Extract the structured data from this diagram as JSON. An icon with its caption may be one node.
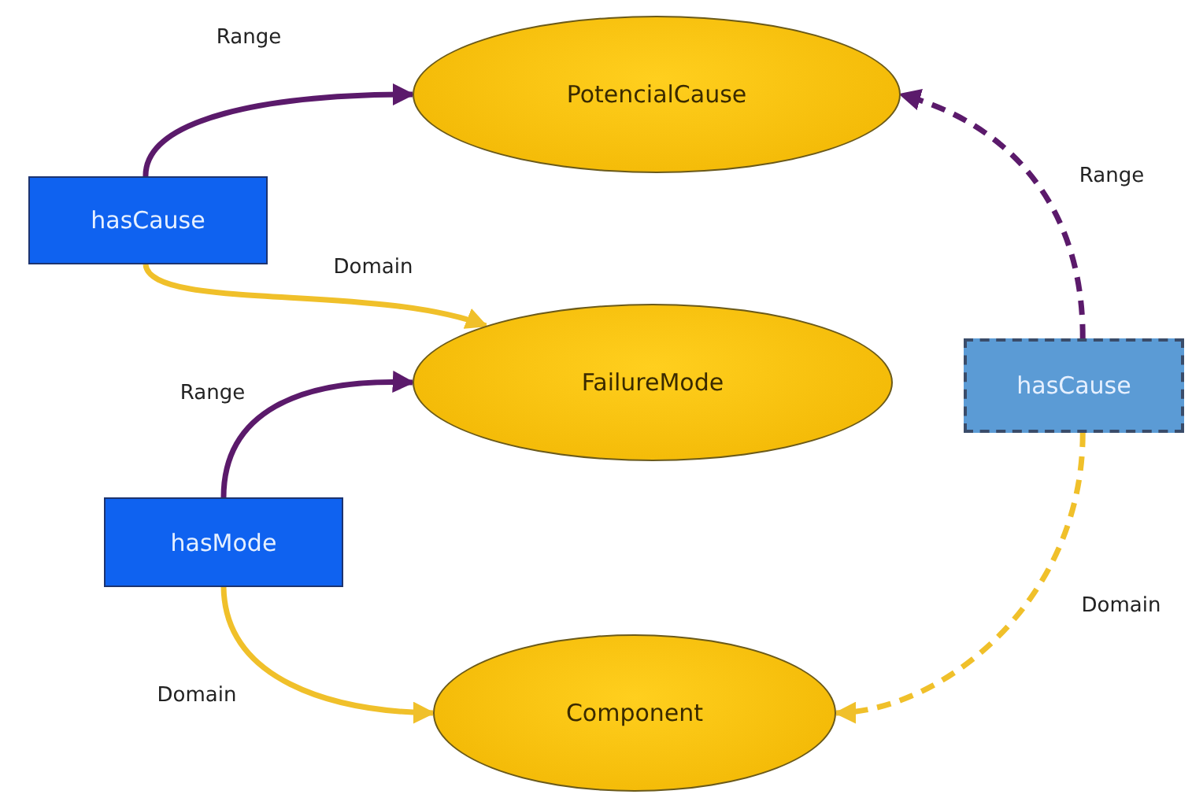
{
  "diagram": {
    "nodes": [
      {
        "text": [
          "PotencialCause"
        ]
      },
      {
        "text": [
          "hasCause"
        ]
      },
      {
        "text": [
          "FailureMode"
        ]
      },
      {
        "text": [
          "hasCause"
        ]
      },
      {
        "text": [
          "hasMode"
        ]
      },
      {
        "text": [
          "Component"
        ]
      }
    ],
    "edges": [
      {
        "from": 1,
        "to": 0,
        "arrow": "to",
        "label": "Range",
        "color": "#5b1a6b"
      },
      {
        "from": 1,
        "to": 2,
        "arrow": "to",
        "label": "Domain",
        "color": "#f0c02a"
      },
      {
        "from": 4,
        "to": 2,
        "arrow": "to",
        "label": "Range",
        "color": "#5b1a6b"
      },
      {
        "from": 4,
        "to": 5,
        "arrow": "to",
        "label": "Domain",
        "color": "#f0c02a"
      },
      {
        "from": 3,
        "to": 0,
        "arrow": "to",
        "label": "Range",
        "style": "dashed",
        "color": "#5b1a6b"
      },
      {
        "from": 3,
        "to": 5,
        "arrow": "to",
        "label": "Domain",
        "style": "dashed",
        "color": "#f0c02a"
      }
    ]
  }
}
